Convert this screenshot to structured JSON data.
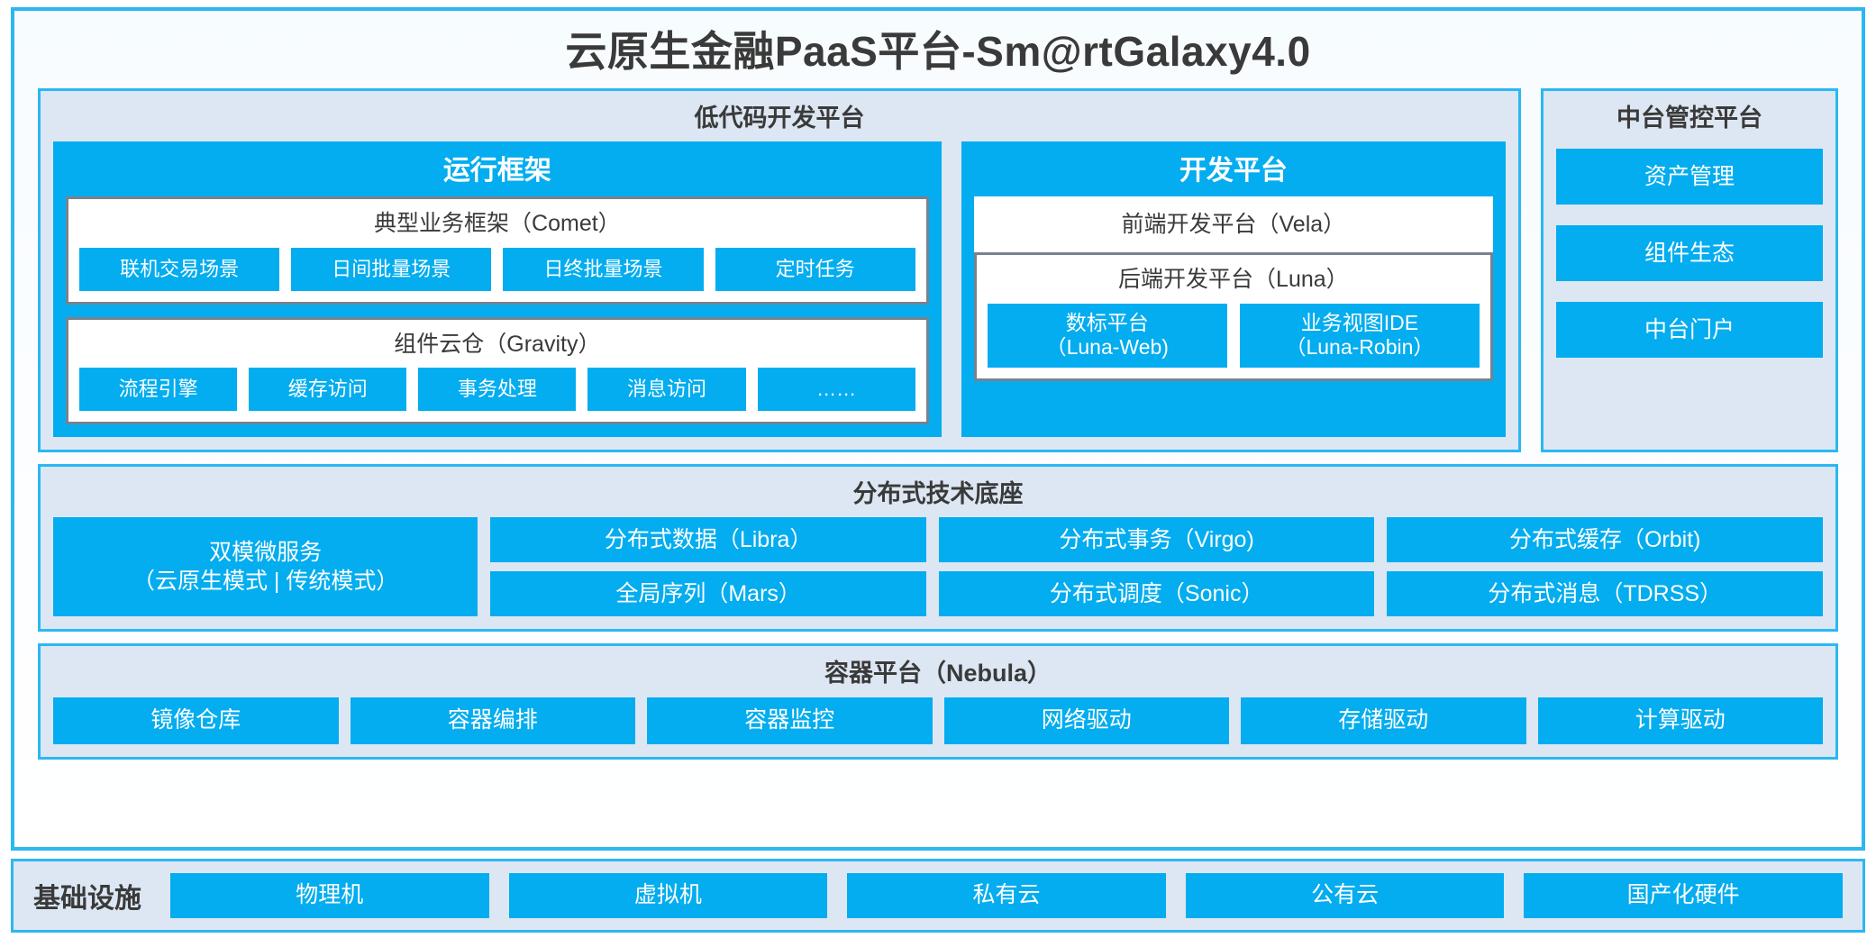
{
  "title": "云原生金融PaaS平台-Sm@rtGalaxy4.0",
  "colors": {
    "accent_blue": "#03ADEF",
    "frame_blue": "#2BB8F2",
    "panel_bg": "#DDE7F3",
    "inner_border_grey": "#78828F",
    "text_dark": "#3A3A3A",
    "chip_text": "#FFFFFF"
  },
  "lowcode": {
    "title": "低代码开发平台",
    "runtime": {
      "title": "运行框架",
      "comet": {
        "title": "典型业务框架（Comet）",
        "chips": [
          {
            "label": "联机交易场景"
          },
          {
            "label": "日间批量场景"
          },
          {
            "label": "日终批量场景"
          },
          {
            "label": "定时任务"
          }
        ]
      },
      "gravity": {
        "title": "组件云仓（Gravity）",
        "chips": [
          {
            "label": "流程引擎"
          },
          {
            "label": "缓存访问"
          },
          {
            "label": "事务处理"
          },
          {
            "label": "消息访问"
          },
          {
            "label": "……"
          }
        ]
      }
    },
    "devplatform": {
      "title": "开发平台",
      "frontend": {
        "label": "前端开发平台（Vela）"
      },
      "backend": {
        "title": "后端开发平台（Luna）",
        "chips": [
          {
            "label": "数标平台",
            "sub": "（Luna-Web)"
          },
          {
            "label": "业务视图IDE",
            "sub": "（Luna-Robin）"
          }
        ]
      }
    }
  },
  "management": {
    "title": "中台管控平台",
    "items": [
      {
        "label": "资产管理"
      },
      {
        "label": "组件生态"
      },
      {
        "label": "中台门户"
      }
    ]
  },
  "distributed": {
    "title": "分布式技术底座",
    "microservice": {
      "label": "双模微服务",
      "sub": "（云原生模式 | 传统模式）"
    },
    "columns": [
      [
        {
          "label": "分布式数据（Libra）"
        },
        {
          "label": "全局序列（Mars）"
        }
      ],
      [
        {
          "label": "分布式事务（Virgo)"
        },
        {
          "label": "分布式调度（Sonic）"
        }
      ],
      [
        {
          "label": "分布式缓存（Orbit)"
        },
        {
          "label": "分布式消息（TDRSS）"
        }
      ]
    ]
  },
  "container": {
    "title": "容器平台（Nebula）",
    "chips": [
      {
        "label": "镜像仓库"
      },
      {
        "label": "容器编排"
      },
      {
        "label": "容器监控"
      },
      {
        "label": "网络驱动"
      },
      {
        "label": "存储驱动"
      },
      {
        "label": "计算驱动"
      }
    ]
  },
  "infrastructure": {
    "label": "基础设施",
    "chips": [
      {
        "label": "物理机"
      },
      {
        "label": "虚拟机"
      },
      {
        "label": "私有云"
      },
      {
        "label": "公有云"
      },
      {
        "label": "国产化硬件"
      }
    ]
  }
}
